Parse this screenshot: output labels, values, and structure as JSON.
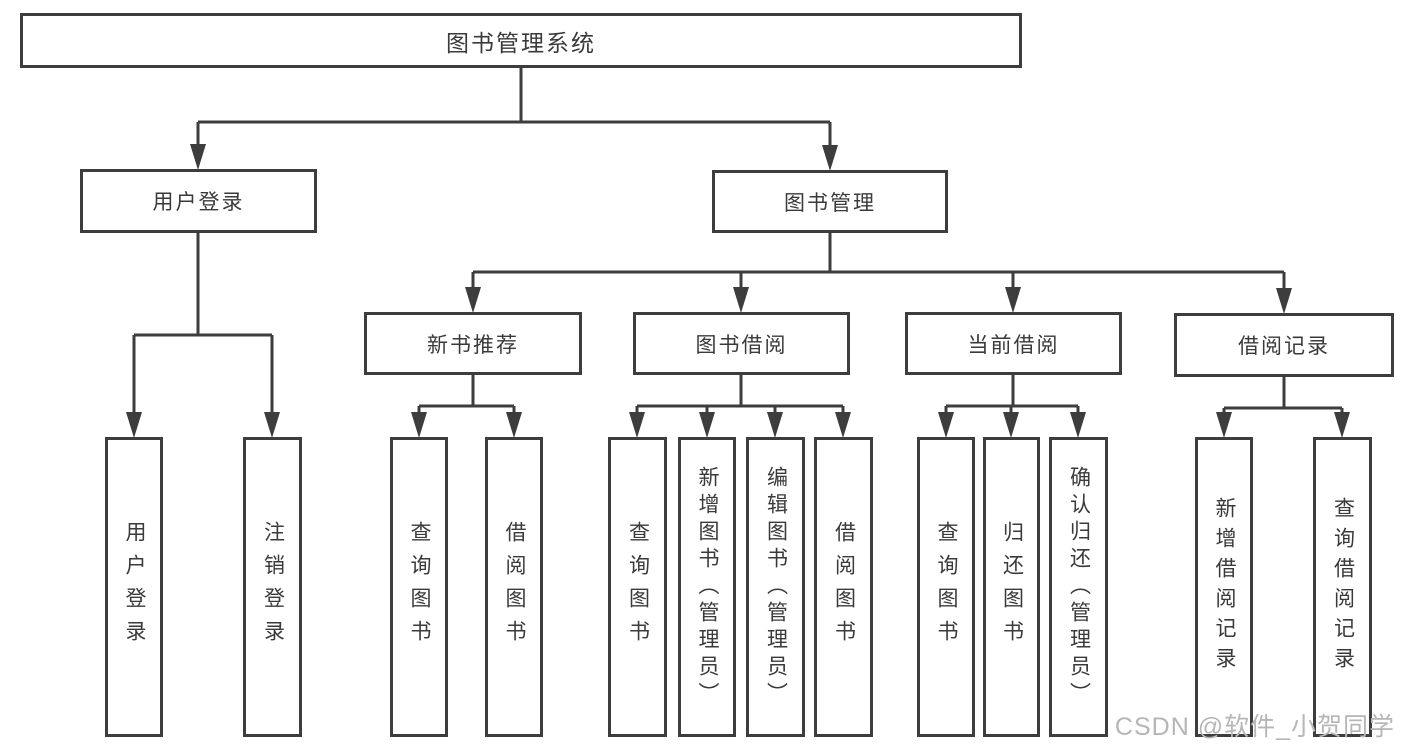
{
  "colors": {
    "line": "#3d3d3d",
    "box_border": "#3d3d3d",
    "box_fill": "#ffffff",
    "text": "#3a3a3a",
    "watermark_text": "#b6b6b6",
    "background": "#ffffff"
  },
  "watermark": {
    "text": "CSDN @软件_小贺同学"
  },
  "chart": {
    "type": "hierarchy-diagram",
    "root": {
      "label": "图书管理系统"
    },
    "user_login": {
      "label": "用户登录",
      "children": [
        {
          "label": "用户登录"
        },
        {
          "label": "注销登录"
        }
      ]
    },
    "book_management": {
      "label": "图书管理",
      "children": [
        {
          "label": "新书推荐",
          "children": [
            {
              "label": "查询图书"
            },
            {
              "label": "借阅图书"
            }
          ]
        },
        {
          "label": "图书借阅",
          "children": [
            {
              "label": "查询图书"
            },
            {
              "label": "新增图书（管理员）"
            },
            {
              "label": "编辑图书（管理员）"
            },
            {
              "label": "借阅图书"
            }
          ]
        },
        {
          "label": "当前借阅",
          "children": [
            {
              "label": "查询图书"
            },
            {
              "label": "归还图书"
            },
            {
              "label": "确认归还（管理员）"
            }
          ]
        },
        {
          "label": "借阅记录",
          "children": [
            {
              "label": "新增借阅记录"
            },
            {
              "label": "查询借阅记录"
            }
          ]
        }
      ]
    }
  }
}
